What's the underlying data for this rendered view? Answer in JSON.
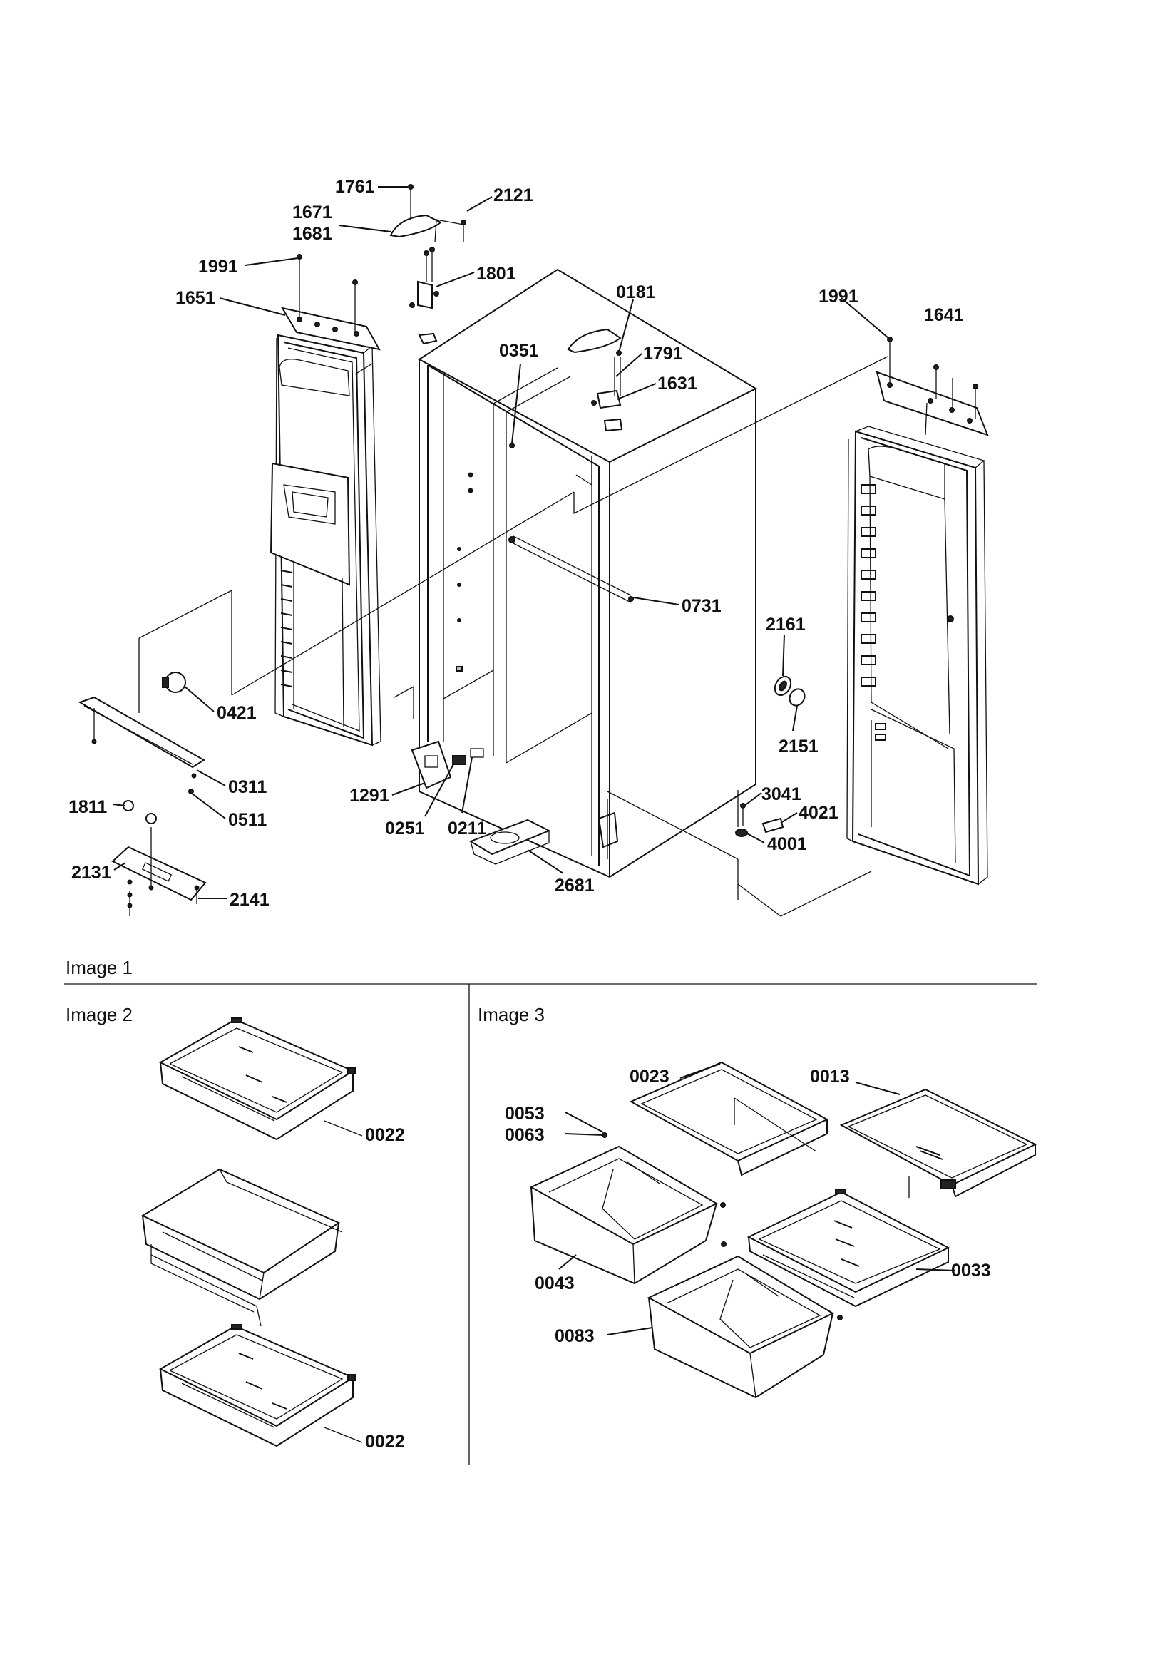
{
  "panels": {
    "image1": "Image 1",
    "image2": "Image 2",
    "image3": "Image 3"
  },
  "callouts": {
    "p1761": "1761",
    "p2121": "2121",
    "p1671": "1671",
    "p1681": "1681",
    "p1991a": "1991",
    "p1801": "1801",
    "p1651": "1651",
    "p0181": "0181",
    "p1991b": "1991",
    "p1641": "1641",
    "p0351": "0351",
    "p1791": "1791",
    "p1631": "1631",
    "p0731": "0731",
    "p2161": "2161",
    "p0421": "0421",
    "p2151": "2151",
    "p0311": "0311",
    "p1291": "1291",
    "p1811": "1811",
    "p0511": "0511",
    "p0251": "0251",
    "p0211": "0211",
    "p3041": "3041",
    "p4021": "4021",
    "p2131": "2131",
    "p4001": "4001",
    "p2681": "2681",
    "p2141": "2141",
    "p0022a": "0022",
    "p0022b": "0022",
    "p0023": "0023",
    "p0013": "0013",
    "p0053": "0053",
    "p0063": "0063",
    "p0043": "0043",
    "p0033": "0033",
    "p0083": "0083"
  }
}
